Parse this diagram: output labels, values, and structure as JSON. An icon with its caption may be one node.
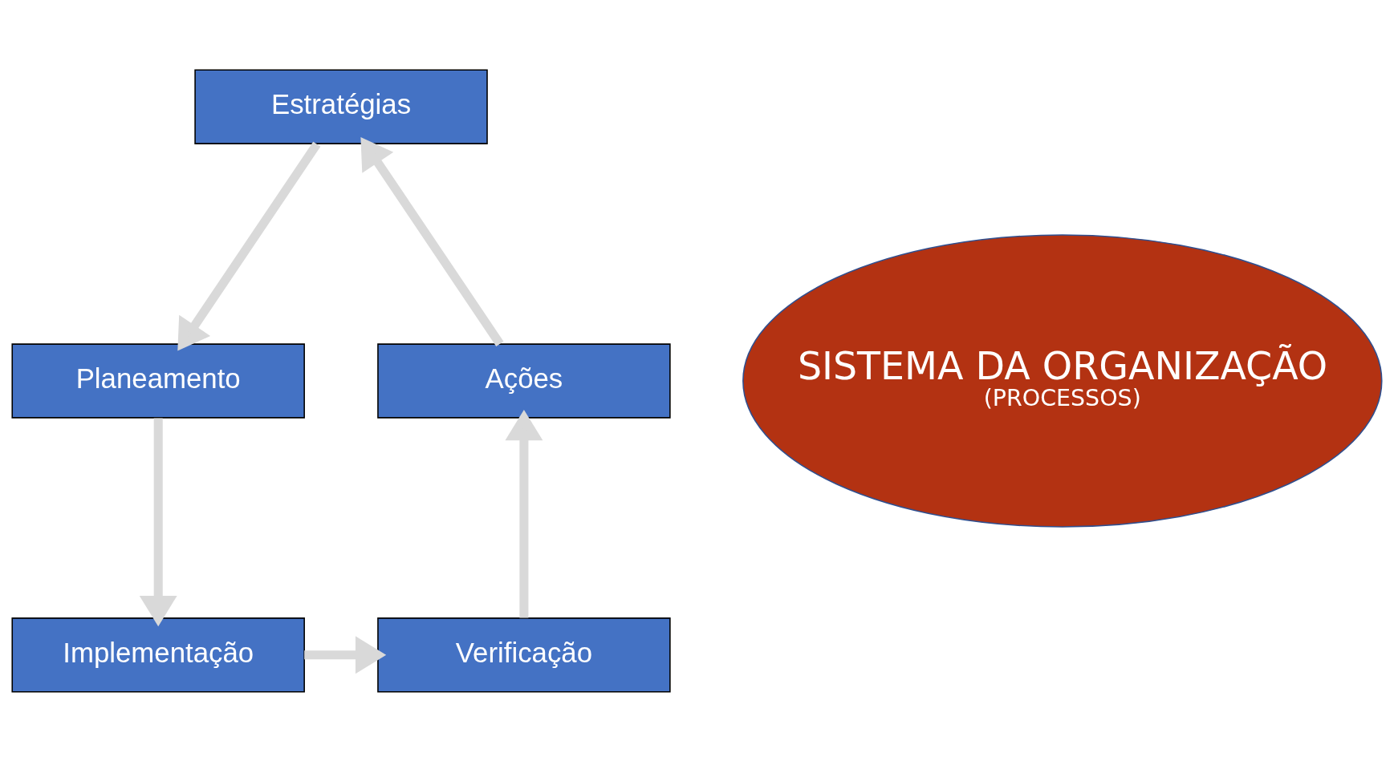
{
  "diagram": {
    "nodes": [
      {
        "text": [
          "Estratégias"
        ]
      },
      {
        "text": [
          "Planeamento"
        ]
      },
      {
        "text": [
          "Implementação"
        ]
      },
      {
        "text": [
          "Verificação"
        ]
      },
      {
        "text": [
          "Ações"
        ]
      },
      {
        "text": [
          "SISTEMA DA ORGANIZAÇÃO",
          "(PROCESSOS)"
        ]
      }
    ],
    "edges": [
      {
        "from": 0,
        "to": 1,
        "arrow": "to"
      },
      {
        "from": 1,
        "to": 2,
        "arrow": "to"
      },
      {
        "from": 2,
        "to": 3,
        "arrow": "to"
      },
      {
        "from": 3,
        "to": 4,
        "arrow": "to"
      },
      {
        "from": 4,
        "to": 0,
        "arrow": "to"
      }
    ]
  }
}
